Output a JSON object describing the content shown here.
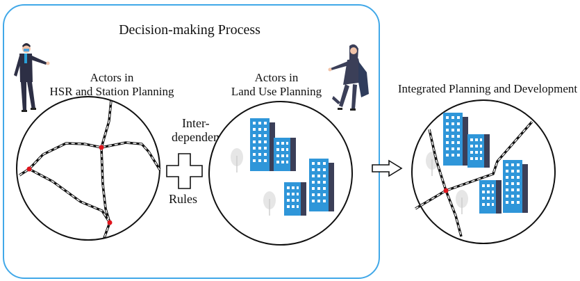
{
  "process_box": {
    "title": "Decision-making Process"
  },
  "left_group": {
    "label_line1": "Actors in",
    "label_line2": "HSR and Station Planning"
  },
  "middle": {
    "inter_line1": "Inter-",
    "inter_line2": "dependency",
    "rules": "Rules"
  },
  "land_use_group": {
    "label_line1": "Actors in",
    "label_line2": "Land Use Planning"
  },
  "result": {
    "label": "Integrated Planning and Development"
  },
  "colors": {
    "frame": "#41a8e8",
    "building_blue": "#2f96d9",
    "building_dark": "#3b3f58",
    "station_red": "#e0141c",
    "tree_gray": "#e6e6e6",
    "line": "#111111"
  },
  "icons": [
    "person-icon",
    "plus-icon",
    "arrow-right-icon",
    "building-icon",
    "tree-icon"
  ]
}
